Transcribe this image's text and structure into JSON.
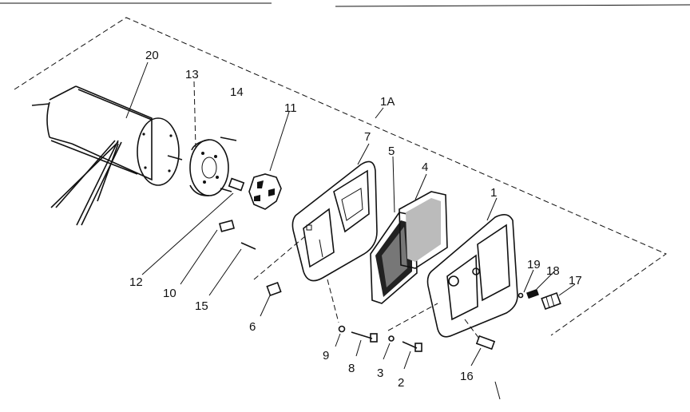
{
  "callouts": {
    "c20": "20",
    "c13": "13",
    "c14": "14",
    "c11": "11",
    "c1a": "1A",
    "c7": "7",
    "c5": "5",
    "c4": "4",
    "c1": "1",
    "c19": "19",
    "c18": "18",
    "c17": "17",
    "c12": "12",
    "c10": "10",
    "c15": "15",
    "c6": "6",
    "c9": "9",
    "c8": "8",
    "c3": "3",
    "c2": "2",
    "c16": "16"
  }
}
